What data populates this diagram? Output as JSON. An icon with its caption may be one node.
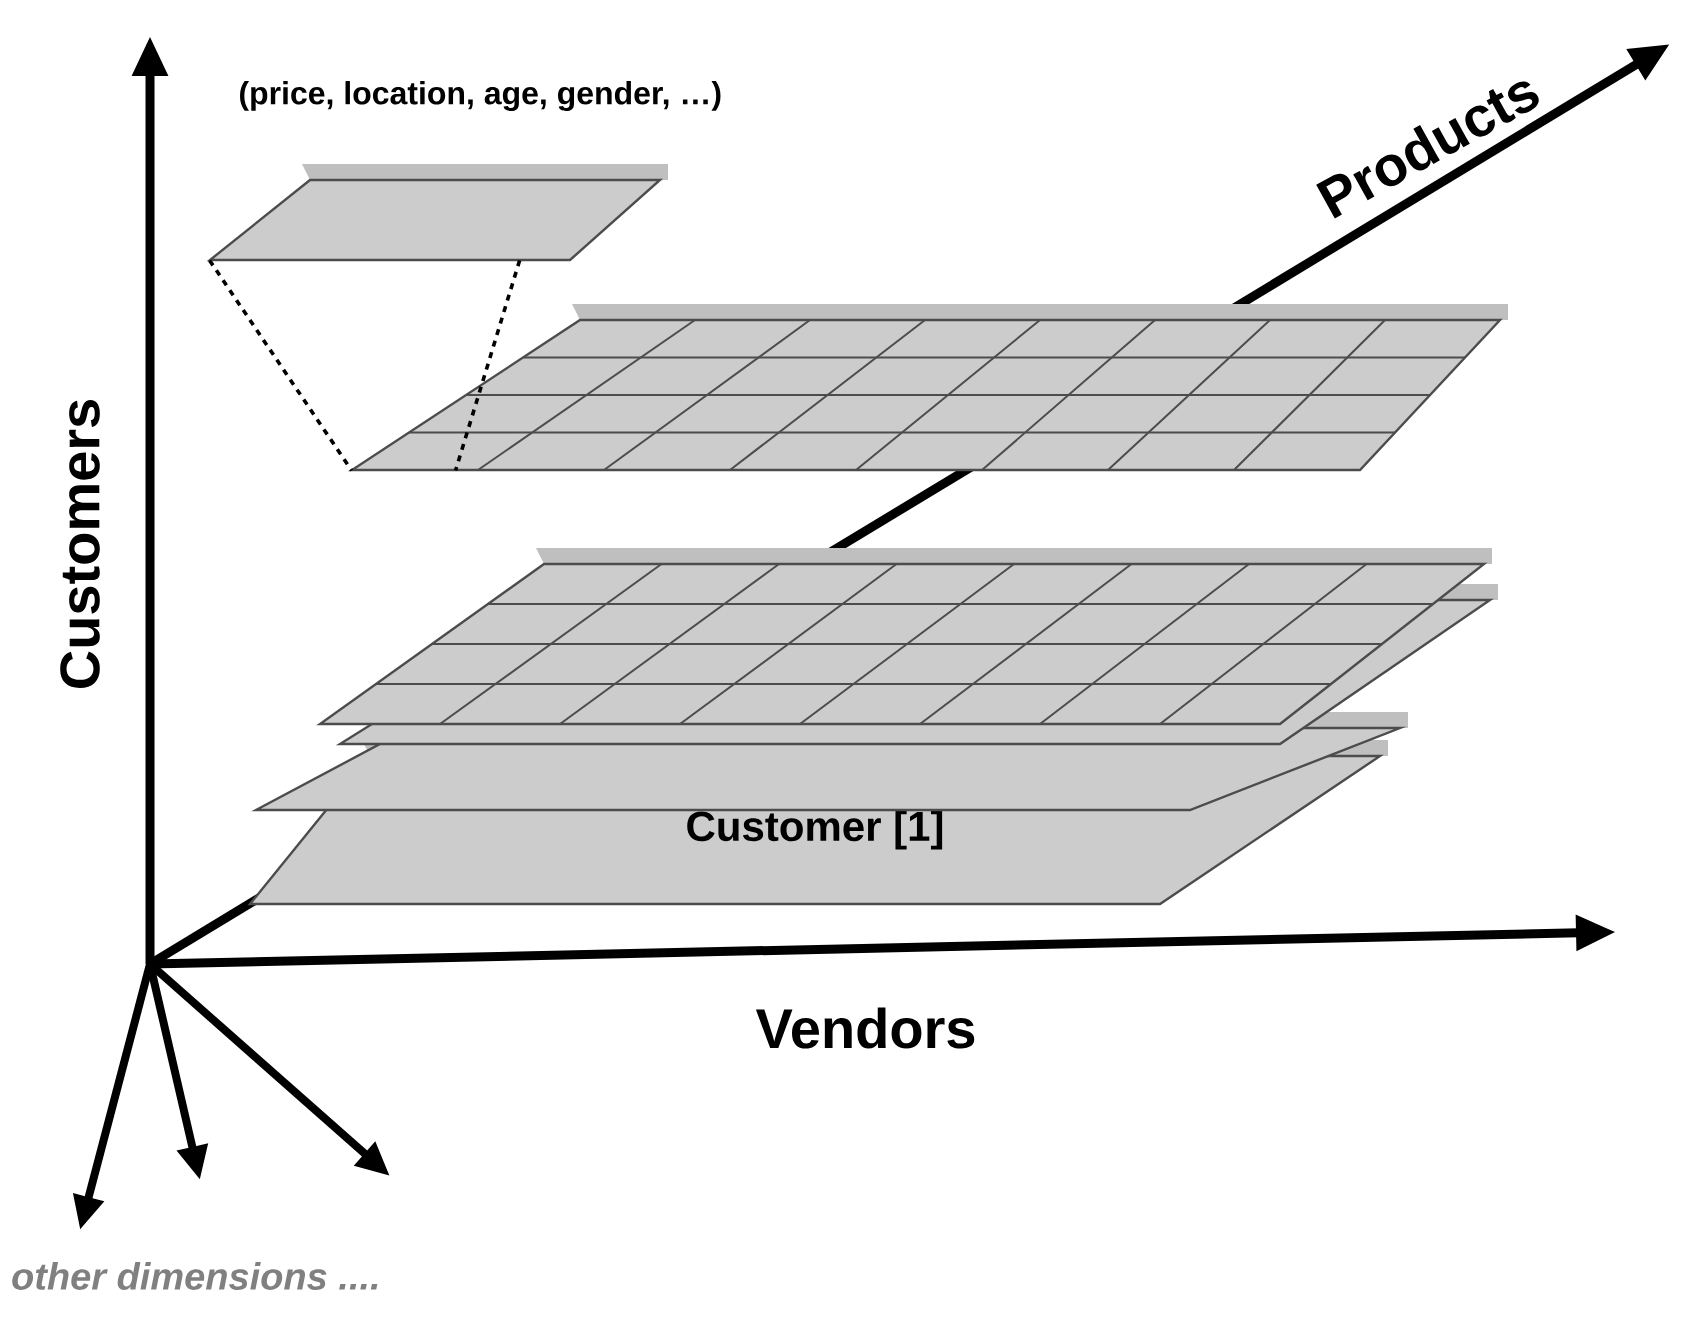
{
  "diagram": {
    "nodes": [
      {
        "text": [
          "(price, location, age, gender, …)"
        ]
      },
      {
        "text": [],
        "shape": "grid"
      },
      {
        "text": [],
        "shape": "grid"
      },
      {
        "text": [],
        "shape": "parallelogram"
      },
      {
        "text": [],
        "shape": "parallelogram"
      },
      {
        "text": [
          "Customer [1]"
        ]
      }
    ],
    "edges": [
      {
        "from": 0,
        "to": 1,
        "arrow": "none",
        "style": "dashed"
      },
      {
        "from": 0,
        "to": 1,
        "arrow": "none",
        "style": "dashed"
      }
    ],
    "labels": [
      "Products",
      "Customers",
      "Vendors",
      "other dimensions ...."
    ]
  }
}
